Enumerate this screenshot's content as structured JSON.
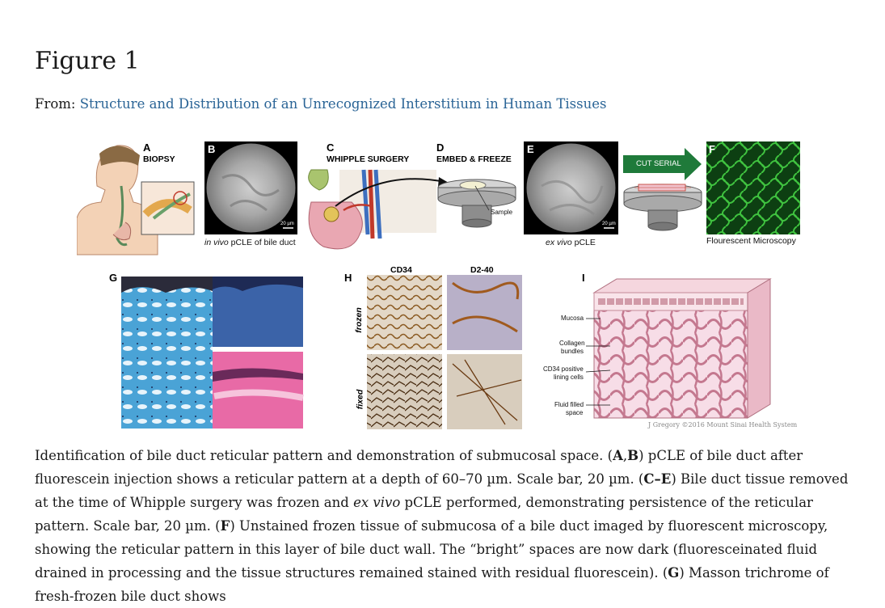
{
  "title": "Figure 1",
  "from_label": "From:",
  "from_link": "Structure and Distribution of an Unrecognized Interstitium in Human Tissues",
  "panels": {
    "a": {
      "letter": "A",
      "title": "BIOPSY"
    },
    "b": {
      "letter": "B",
      "cap_italic": "in vivo",
      "cap_rest": " pCLE of bile duct",
      "scale": "20 µm"
    },
    "c": {
      "letter": "C",
      "title": "WHIPPLE SURGERY"
    },
    "d": {
      "letter": "D",
      "title": "EMBED & FREEZE",
      "sample": "Sample"
    },
    "e": {
      "letter": "E",
      "cap_italic": "ex vivo",
      "cap_rest": " pCLE",
      "scale": "20 µm"
    },
    "arrow": {
      "label": "CUT SERIAL"
    },
    "f": {
      "letter": "F",
      "caption": "Flourescent Microscopy"
    },
    "g": {
      "letter": "G"
    },
    "h": {
      "letter": "H",
      "col1": "CD34",
      "col2": "D2-40",
      "row1": "frozen",
      "row2": "fixed"
    },
    "i": {
      "letter": "I",
      "mucosa": "Mucosa",
      "collagen1": "Collagen",
      "collagen2": "bundles",
      "cd34a": "CD34 positive",
      "cd34b": "lining cells",
      "fluid1": "Fluid filled",
      "fluid2": "space",
      "credit": "J Gregory ©2016 Mount Sinai Health System"
    }
  },
  "caption": {
    "s1": "Identification of bile duct reticular pattern and demonstration of submucosal space. (",
    "b1": "A",
    "s2": ",",
    "b2": "B",
    "s3": ") pCLE of bile duct after fluorescein injection shows a reticular pattern at a depth of 60–70 µm. Scale bar, 20 µm. (",
    "b3": "C–E",
    "s4": ") Bile duct tissue removed at the time of Whipple surgery was frozen and ",
    "i1": "ex vivo",
    "s5": " pCLE performed, demonstrating persistence of the reticular pattern. Scale bar, 20 µm. (",
    "b4": "F",
    "s6": ") Unstained frozen tissue of submucosa of a bile duct imaged by fluorescent microscopy, showing the reticular pattern in this layer of bile duct wall. The “bright” spaces are now dark (fluoresceinated fluid drained in processing and the tissue structures remained stained with residual fluorescein). (",
    "b5": "G",
    "s7": ") Masson trichrome of fresh-frozen bile duct shows"
  }
}
